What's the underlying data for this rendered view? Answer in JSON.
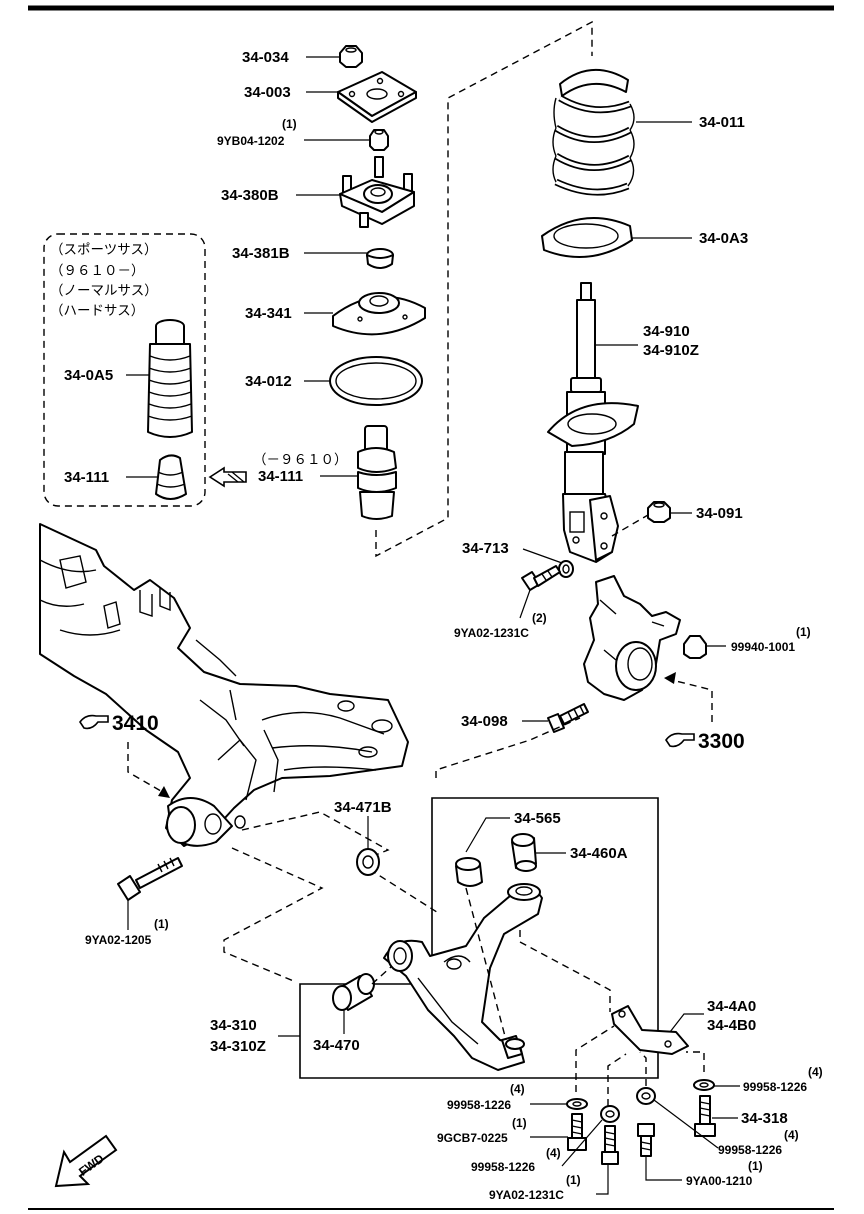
{
  "labels": {
    "p34_034": "34-034",
    "p34_003": "34-003",
    "p9yb04_qty": "(1)",
    "p9yb04": "9YB04-1202",
    "p34_380b": "34-380B",
    "p34_381b": "34-381B",
    "p34_341": "34-341",
    "p34_012": "34-012",
    "p34_011": "34-011",
    "p34_0a3": "34-0A3",
    "p34_910": "34-910",
    "p34_910z": "34-910Z",
    "note_sports": "（スポーツサス）",
    "note_9610": "（９６１０－）",
    "note_normal": "（ノーマルサス）",
    "note_hard": "（ハードサス）",
    "p34_0a5": "34-0A5",
    "p34_111_left": "34-111",
    "p34_111_date": "（－９６１０）",
    "p34_111_mid": "34-111",
    "p34_091": "34-091",
    "p34_713": "34-713",
    "p9ya02_1231c_qty": "(2)",
    "p9ya02_1231c": "9YA02-1231C",
    "p99940_qty": "(1)",
    "p99940": "99940-1001",
    "p34_098": "34-098",
    "ref_3410": "3410",
    "ref_3300": "3300",
    "p34_471b": "34-471B",
    "p34_565": "34-565",
    "p34_460a": "34-460A",
    "p9ya02_1205": "9YA02-1205",
    "p9ya02_1205_qty": "(1)",
    "p34_310": "34-310",
    "p34_310z": "34-310Z",
    "p34_470": "34-470",
    "p34_4a0": "34-4A0",
    "p34_4b0": "34-4B0",
    "p99958_r_qty": "(4)",
    "p99958_r": "99958-1226",
    "p34_318": "34-318",
    "p99958_r2_qty": "(4)",
    "p99958_r2": "99958-1226",
    "p9ya00_qty": "(1)",
    "p9ya00": "9YA00-1210",
    "p99958_l_qty": "(4)",
    "p99958_l": "99958-1226",
    "p9gcb7_qty": "(1)",
    "p9gcb7": "9GCB7-0225",
    "p99958_l2_qty": "(4)",
    "p99958_l2": "99958-1226",
    "p9ya02_b_qty": "(1)",
    "p9ya02_b": "9YA02-1231C",
    "fwd": "FWD"
  }
}
